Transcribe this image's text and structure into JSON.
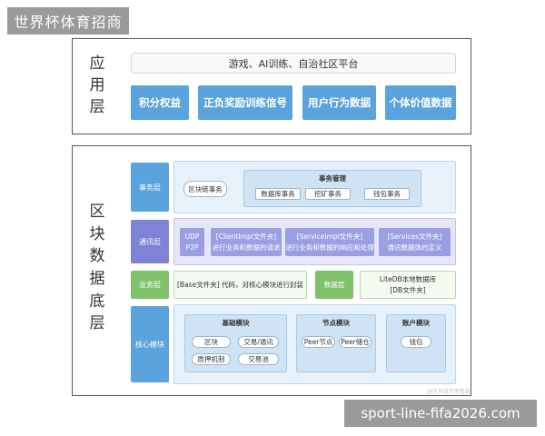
{
  "watermarks": {
    "top": "世界杯体育招商",
    "bottom": "sport-line-fifa2026.com"
  },
  "app_layer": {
    "title_chars": [
      "应",
      "用",
      "层"
    ],
    "banner": "游戏、AI训练、自治社区平台",
    "buttons": [
      "积分权益",
      "正负奖励训练信号",
      "用户行为数据",
      "个体价值数据"
    ]
  },
  "chain_layer": {
    "title_chars": [
      "区",
      "块",
      "数",
      "据",
      "底",
      "层"
    ],
    "affairs": {
      "label": "事务层",
      "chain_affair": "区块链事务",
      "management_title": "事务管理",
      "items": [
        "数据库事务",
        "挖矿事务",
        "钱包事务"
      ]
    },
    "comm": {
      "label": "通讯层",
      "protocols": [
        "UDP",
        "P2P"
      ],
      "client": {
        "title": "[ClientImpl文件夹]",
        "desc": "进行业务和数据的请求"
      },
      "service": {
        "title": "[ServiceImpl文件夹]",
        "desc": "进行业务和数据的响应和处理"
      },
      "services": {
        "title": "[Services文件夹]",
        "desc": "通讯数据体的定义"
      }
    },
    "business": {
      "label": "业务层",
      "base_desc": "[Base文件夹] 代码，对核心模块进行封装",
      "data_layer": "数据层",
      "litedb_title": "LiteDB本地数据库",
      "litedb_folder": "[DB文件夹]"
    },
    "core": {
      "label": "核心模块",
      "base_module": {
        "title": "基础模块",
        "items": [
          "区块",
          "交易/通讯",
          "质押机制",
          "交易池"
        ]
      },
      "node_module": {
        "title": "节点模块",
        "items": [
          "Peer节点",
          "Peer储仓"
        ]
      },
      "account_module": {
        "title": "账户模块",
        "items": [
          "钱包"
        ]
      }
    },
    "faint_mark": "@区块链专家看板"
  }
}
